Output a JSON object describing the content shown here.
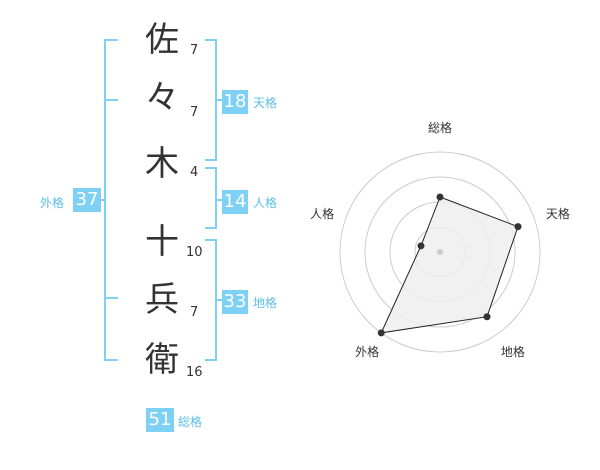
{
  "name_chars": [
    {
      "char": "佐",
      "strokes": "7"
    },
    {
      "char": "々",
      "strokes": "7"
    },
    {
      "char": "木",
      "strokes": "4"
    },
    {
      "char": "十",
      "strokes": "10"
    },
    {
      "char": "兵",
      "strokes": "7"
    },
    {
      "char": "衛",
      "strokes": "16"
    }
  ],
  "fortune": {
    "tenkaku": {
      "label": "天格",
      "value": "18"
    },
    "jinkaku": {
      "label": "人格",
      "value": "14"
    },
    "chikaku": {
      "label": "地格",
      "value": "33"
    },
    "gaikaku": {
      "label": "外格",
      "value": "37"
    },
    "soukaku": {
      "label": "総格",
      "value": "51"
    }
  },
  "colors": {
    "bracket": "#7fd0f5",
    "badge": "#7fd0f5",
    "label_text": "#5bbfe8",
    "radar_fill": "#eeeeee"
  },
  "chart_data": {
    "type": "radar",
    "axes": [
      "総格",
      "天格",
      "地格",
      "外格",
      "人格"
    ],
    "rings": 4,
    "values": [
      0.55,
      0.82,
      0.8,
      1.0,
      0.2
    ],
    "value_scale": "fraction of outer ring (estimated)"
  }
}
